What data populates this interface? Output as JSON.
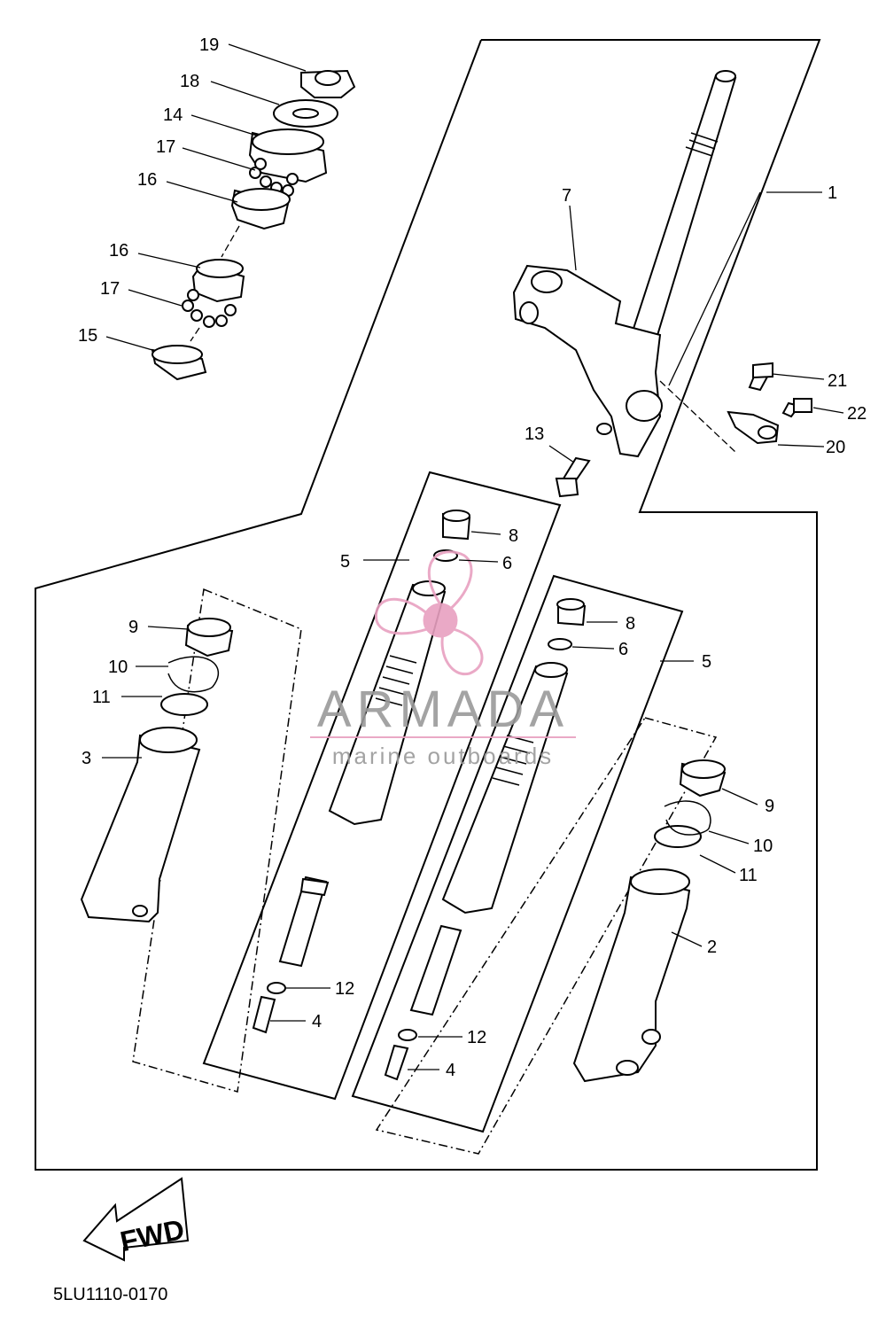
{
  "diagram": {
    "code": "5LU1110-0170",
    "fwd_label": "FWD",
    "callouts": {
      "c1": "1",
      "c2": "2",
      "c3": "3",
      "c4a": "4",
      "c4b": "4",
      "c5a": "5",
      "c5b": "5",
      "c6a": "6",
      "c6b": "6",
      "c7": "7",
      "c8a": "8",
      "c8b": "8",
      "c9a": "9",
      "c9b": "9",
      "c10a": "10",
      "c10b": "10",
      "c11a": "11",
      "c11b": "11",
      "c12a": "12",
      "c12b": "12",
      "c13": "13",
      "c14": "14",
      "c15": "15",
      "c16a": "16",
      "c16b": "16",
      "c17a": "17",
      "c17b": "17",
      "c18": "18",
      "c19": "19",
      "c20": "20",
      "c21": "21",
      "c22": "22"
    }
  },
  "watermark": {
    "brand": "ARMADA",
    "tagline": "marine outboards",
    "accent": "#e8a0c0",
    "text_color": "#9a9a9a"
  }
}
